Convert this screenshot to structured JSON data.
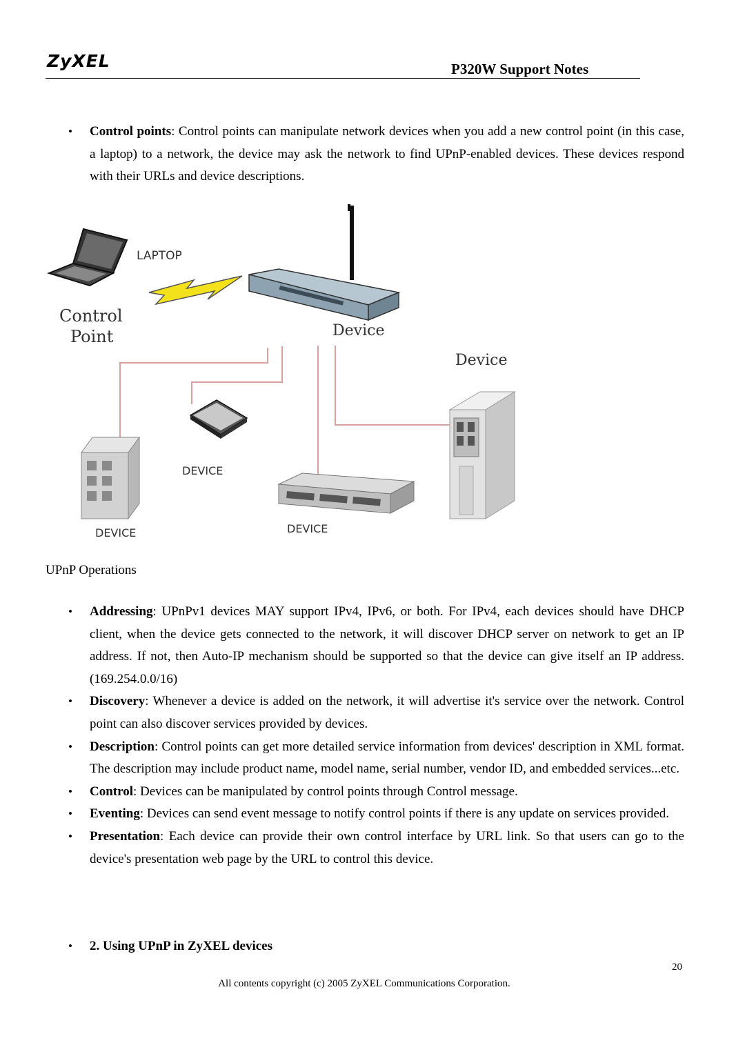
{
  "header": {
    "logo": "ZyXEL",
    "title": "P320W Support Notes"
  },
  "intro_bullets": [
    {
      "term": "Control points",
      "text": ": Control points can manipulate network devices when you add a new control point (in this case, a laptop) to a network, the device may ask the network to find UPnP-enabled devices. These devices respond with their URLs and device descriptions."
    }
  ],
  "figure": {
    "labels": {
      "laptop": "LAPTOP",
      "control_point_1": "Control",
      "control_point_2": "Point",
      "device_router": "Device",
      "device_server": "Device",
      "device_scanner": "DEVICE",
      "device_tower": "DEVICE",
      "device_hub": "DEVICE"
    }
  },
  "caption": "UPnP Operations",
  "operations": [
    {
      "term": "Addressing",
      "text": ": UPnPv1 devices MAY support IPv4, IPv6, or both. For IPv4, each devices should have DHCP client, when the device gets connected to the network, it will discover DHCP server on network to get an IP address. If not, then Auto-IP mechanism should be supported so that the device can give itself an IP address.(169.254.0.0/16)"
    },
    {
      "term": "Discovery",
      "text": ": Whenever a device is added on the network, it will advertise it's service over the network. Control point can also discover services provided by devices."
    },
    {
      "term": "Description",
      "text": ": Control points can get more detailed service information from devices' description in XML format. The description may include product name, model name, serial number, vendor ID, and embedded services...etc."
    },
    {
      "term": "Control",
      "text": ": Devices can be manipulated by control points through Control message."
    },
    {
      "term": "Eventing",
      "text": ": Devices can send event message to notify control points if there is any update on services provided."
    },
    {
      "term": "Presentation",
      "text": ": Each device can provide their own control interface by URL link. So that users can go to the device's presentation web page by the URL to control this device."
    }
  ],
  "section_heading": "2. Using UPnP in ZyXEL devices",
  "bullet_glyph": "•",
  "page_number": "20",
  "footer": "All contents copyright (c) 2005 ZyXEL Communications Corporation."
}
